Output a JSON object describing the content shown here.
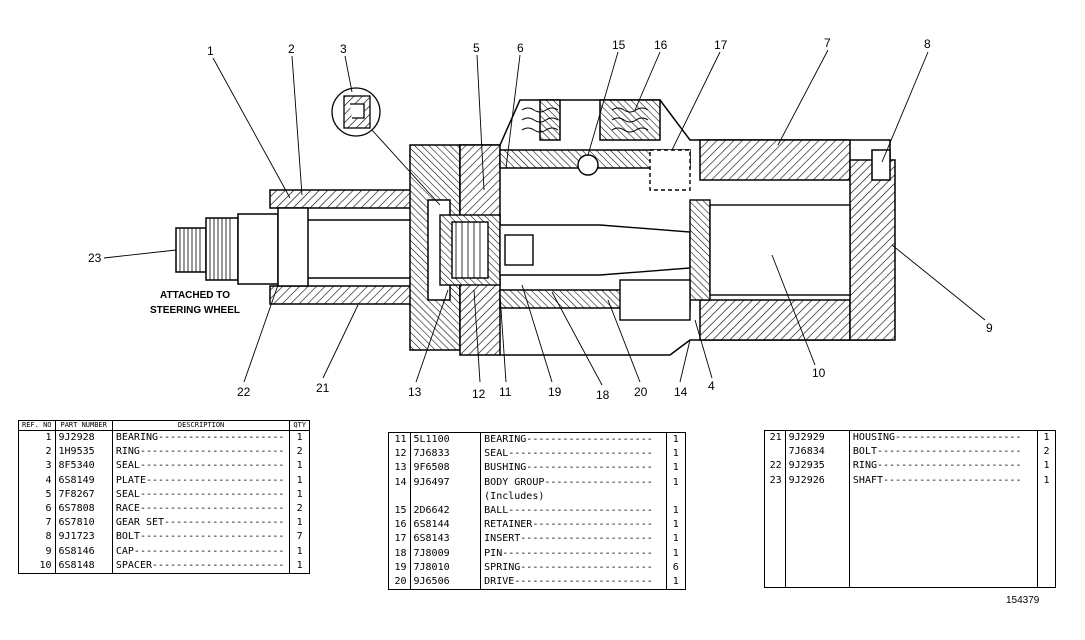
{
  "diagram": {
    "callouts": [
      "1",
      "2",
      "3",
      "5",
      "6",
      "15",
      "16",
      "17",
      "7",
      "8",
      "23",
      "9",
      "10",
      "22",
      "21",
      "13",
      "12",
      "11",
      "19",
      "18",
      "20",
      "14",
      "4"
    ],
    "note_line1": "ATTACHED TO",
    "note_line2": "STEERING WHEEL",
    "figure_id": "154379"
  },
  "tables": {
    "headers": {
      "ref": "REF. NO",
      "part": "PART NUMBER",
      "desc": "DESCRIPTION",
      "qty": "QTY"
    },
    "left": [
      {
        "ref": "1",
        "part": "9J2928",
        "desc": "BEARING",
        "qty": "1"
      },
      {
        "ref": "2",
        "part": "1H9535",
        "desc": "RING",
        "qty": "2"
      },
      {
        "ref": "3",
        "part": "8F5340",
        "desc": "SEAL",
        "qty": "1"
      },
      {
        "ref": "4",
        "part": "6S8149",
        "desc": "PLATE",
        "qty": "1"
      },
      {
        "ref": "5",
        "part": "7F8267",
        "desc": "SEAL",
        "qty": "1"
      },
      {
        "ref": "6",
        "part": "6S7808",
        "desc": "RACE",
        "qty": "2"
      },
      {
        "ref": "7",
        "part": "6S7810",
        "desc": "GEAR SET",
        "qty": "1"
      },
      {
        "ref": "8",
        "part": "9J1723",
        "desc": "BOLT",
        "qty": "7"
      },
      {
        "ref": "9",
        "part": "6S8146",
        "desc": "CAP",
        "qty": "1"
      },
      {
        "ref": "10",
        "part": "6S8148",
        "desc": "SPACER",
        "qty": "1"
      }
    ],
    "middle": [
      {
        "ref": "11",
        "part": "5L1100",
        "desc": "BEARING",
        "qty": "1"
      },
      {
        "ref": "12",
        "part": "7J6833",
        "desc": "SEAL",
        "qty": "1"
      },
      {
        "ref": "13",
        "part": "9F6508",
        "desc": "BUSHING",
        "qty": "1"
      },
      {
        "ref": "14",
        "part": "9J6497",
        "desc": "BODY GROUP",
        "qty": "1"
      },
      {
        "ref": "",
        "part": "",
        "desc": "(Includes)",
        "qty": ""
      },
      {
        "ref": "15",
        "part": "2D6642",
        "desc": "BALL",
        "qty": "1"
      },
      {
        "ref": "16",
        "part": "6S8144",
        "desc": "RETAINER",
        "qty": "1"
      },
      {
        "ref": "17",
        "part": "6S8143",
        "desc": "INSERT",
        "qty": "1"
      },
      {
        "ref": "18",
        "part": "7J8009",
        "desc": "PIN",
        "qty": "1"
      },
      {
        "ref": "19",
        "part": "7J8010",
        "desc": "SPRING",
        "qty": "6"
      },
      {
        "ref": "20",
        "part": "9J6506",
        "desc": "DRIVE",
        "qty": "1"
      }
    ],
    "right": [
      {
        "ref": "21",
        "part": "9J2929",
        "desc": "HOUSING",
        "qty": "1"
      },
      {
        "ref": "",
        "part": "7J6834",
        "desc": "BOLT",
        "qty": "2"
      },
      {
        "ref": "22",
        "part": "9J2935",
        "desc": "RING",
        "qty": "1"
      },
      {
        "ref": "23",
        "part": "9J2926",
        "desc": "SHAFT",
        "qty": "1"
      }
    ]
  }
}
